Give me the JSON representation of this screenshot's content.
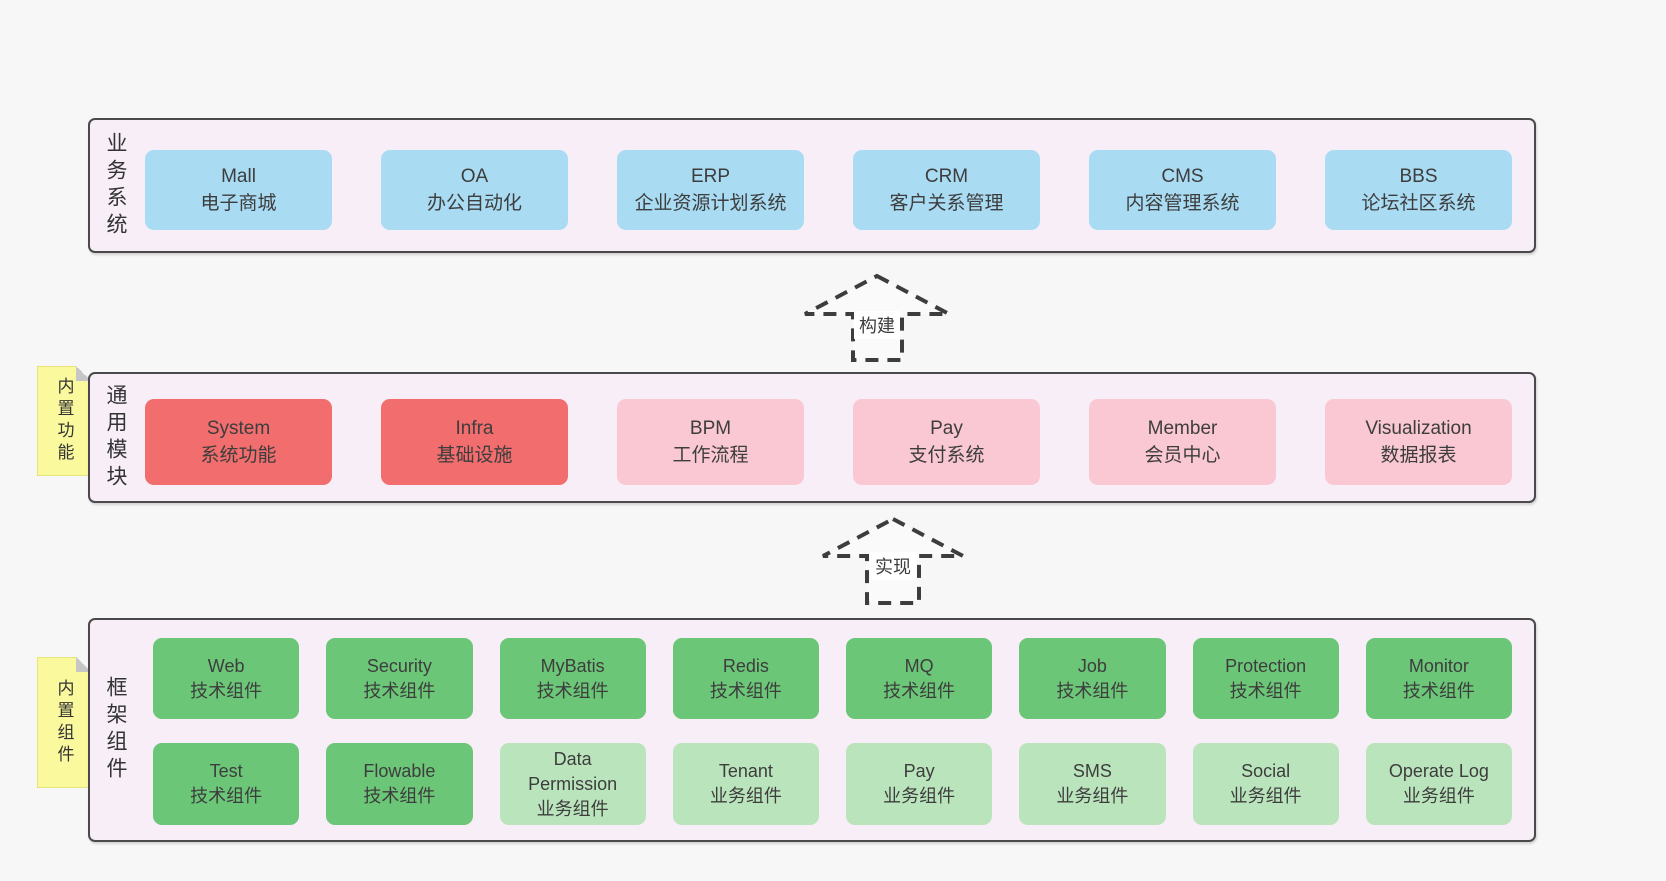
{
  "colors": {
    "page_bg": "#f7f7f7",
    "container_bg": "#f7eef7",
    "container_border": "#4a4a4a",
    "box_blue": "#a9dbf3",
    "box_red": "#f26d6d",
    "box_pink": "#f9c8d2",
    "box_green": "#6cc678",
    "box_light_green": "#bae4bc",
    "note_yellow": "#fbf99e",
    "text": "#3d3d3d"
  },
  "sections": {
    "business": {
      "label": "业务系统",
      "boxes": [
        {
          "title": "Mall",
          "subtitle": "电子商城"
        },
        {
          "title": "OA",
          "subtitle": "办公自动化"
        },
        {
          "title": "ERP",
          "subtitle": "企业资源计划系统"
        },
        {
          "title": "CRM",
          "subtitle": "客户关系管理"
        },
        {
          "title": "CMS",
          "subtitle": "内容管理系统"
        },
        {
          "title": "BBS",
          "subtitle": "论坛社区系统"
        }
      ]
    },
    "modules": {
      "label": "通用模块",
      "note": "内置功能",
      "boxes": [
        {
          "title": "System",
          "subtitle": "系统功能"
        },
        {
          "title": "Infra",
          "subtitle": "基础设施"
        },
        {
          "title": "BPM",
          "subtitle": "工作流程"
        },
        {
          "title": "Pay",
          "subtitle": "支付系统"
        },
        {
          "title": "Member",
          "subtitle": "会员中心"
        },
        {
          "title": "Visualization",
          "subtitle": "数据报表"
        }
      ]
    },
    "components": {
      "label": "框架组件",
      "note": "内置组件",
      "row1": [
        {
          "title": "Web",
          "subtitle": "技术组件"
        },
        {
          "title": "Security",
          "subtitle": "技术组件"
        },
        {
          "title": "MyBatis",
          "subtitle": "技术组件"
        },
        {
          "title": "Redis",
          "subtitle": "技术组件"
        },
        {
          "title": "MQ",
          "subtitle": "技术组件"
        },
        {
          "title": "Job",
          "subtitle": "技术组件"
        },
        {
          "title": "Protection",
          "subtitle": "技术组件"
        },
        {
          "title": "Monitor",
          "subtitle": "技术组件"
        }
      ],
      "row2": [
        {
          "title": "Test",
          "subtitle": "技术组件"
        },
        {
          "title": "Flowable",
          "subtitle": "技术组件"
        },
        {
          "title": "Data Permission",
          "subtitle": "业务组件"
        },
        {
          "title": "Tenant",
          "subtitle": "业务组件"
        },
        {
          "title": "Pay",
          "subtitle": "业务组件"
        },
        {
          "title": "SMS",
          "subtitle": "业务组件"
        },
        {
          "title": "Social",
          "subtitle": "业务组件"
        },
        {
          "title": "Operate Log",
          "subtitle": "业务组件"
        }
      ]
    }
  },
  "arrows": {
    "build": {
      "label": "构建"
    },
    "implement": {
      "label": "实现"
    }
  }
}
